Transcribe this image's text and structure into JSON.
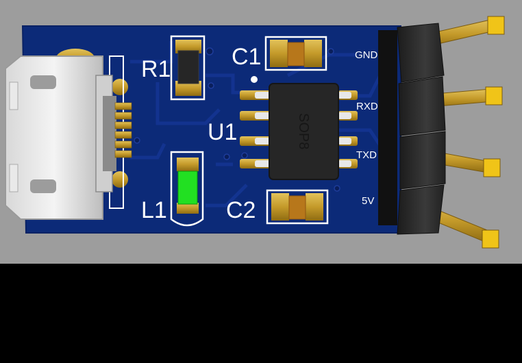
{
  "image": {
    "subject": "pcb-3d-render",
    "colors": {
      "background": "#9d9d9d",
      "board": "#0c2a78",
      "copper": "#c2953a",
      "silkscreen": "#ffffff",
      "led": "#20e020",
      "pin_gold": "#c9a227",
      "header_plastic": "#2a2a2a"
    }
  },
  "components": {
    "r1": "R1",
    "c1": "C1",
    "c2": "C2",
    "u1": "U1",
    "l1": "L1",
    "ic_package": "SOP8"
  },
  "header_pins": [
    "GND",
    "RXD",
    "TXD",
    "5V"
  ]
}
